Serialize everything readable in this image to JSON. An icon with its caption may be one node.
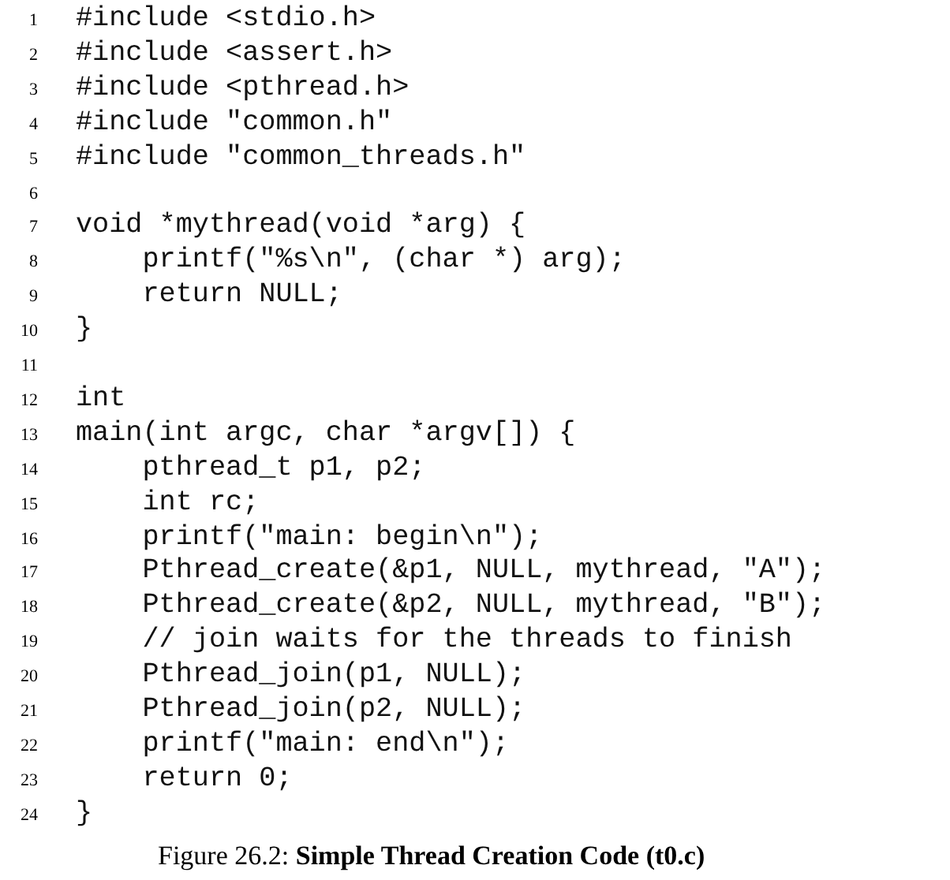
{
  "diagram": {
    "caption": "Figure 26.2: **Simple Thread Creation Code (t0.c)**",
    "labels": [
      "1",
      "#include <stdio.h>",
      "2",
      "#include <assert.h>",
      "3",
      "#include <pthread.h>",
      "4",
      "#include \"common.h\"",
      "5",
      "#include \"common_threads.h\"",
      "6",
      "7",
      "void *mythread(void *arg) {",
      "8",
      "    printf(\"%s\\n\", (char *) arg);",
      "9",
      "    return NULL;",
      "10",
      "}",
      "11",
      "12",
      "int",
      "13",
      "main(int argc, char *argv[]) {",
      "14",
      "    pthread_t p1, p2;",
      "15",
      "    int rc;",
      "16",
      "    printf(\"main: begin\\n\");",
      "17",
      "    Pthread_create(&p1, NULL, mythread, \"A\");",
      "18",
      "    Pthread_create(&p2, NULL, mythread, \"B\");",
      "19",
      "    // join waits for the threads to finish",
      "20",
      "    Pthread_join(p1, NULL);",
      "21",
      "    Pthread_join(p2, NULL);",
      "22",
      "    printf(\"main: end\\n\");",
      "23",
      "    return 0;",
      "24",
      "}"
    ]
  }
}
